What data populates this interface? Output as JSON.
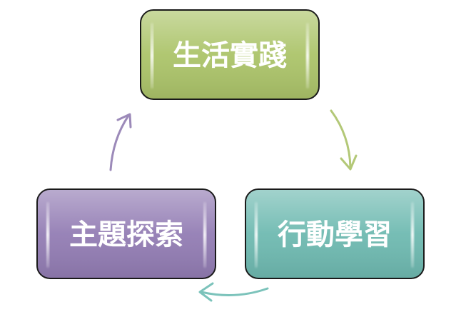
{
  "nodes": [
    {
      "id": "top",
      "label": "生活實踐",
      "color": "#acc46a"
    },
    {
      "id": "right",
      "label": "行動學習",
      "color": "#6fbab1"
    },
    {
      "id": "left",
      "label": "主題探索",
      "color": "#937db4"
    }
  ],
  "arrows": [
    {
      "from": "top",
      "to": "right",
      "color": "#b3c877"
    },
    {
      "from": "right",
      "to": "left",
      "color": "#7cc3bb"
    },
    {
      "from": "left",
      "to": "top",
      "color": "#9c8ab9"
    }
  ]
}
